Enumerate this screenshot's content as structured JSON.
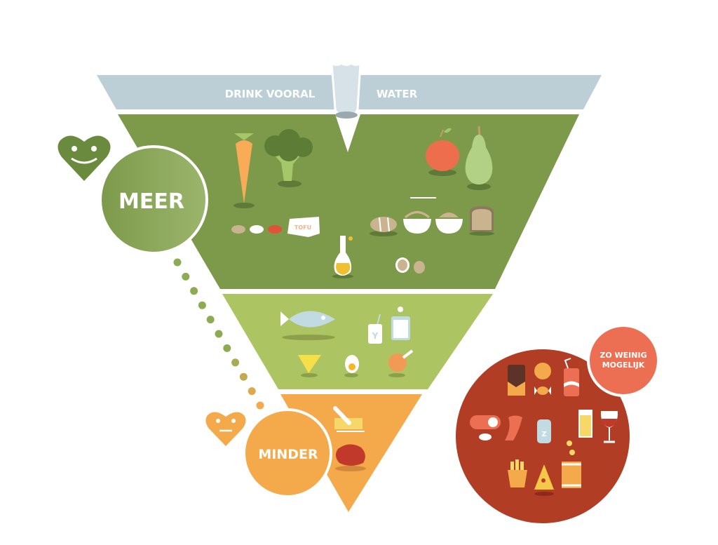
{
  "title": "Schijf van Vijf voedselpiramide",
  "water_band": {
    "left_text": "DRINK VOORAL",
    "right_text": "WATER"
  },
  "levels": [
    {
      "name": "meer",
      "label": "MEER",
      "mood": "happy",
      "items": [
        "carrot",
        "broccoli",
        "apple",
        "pear",
        "beans",
        "tofu",
        "potatoes",
        "pasta",
        "rice",
        "bread",
        "oil",
        "nuts"
      ]
    },
    {
      "name": "midden",
      "items": [
        "fish",
        "yoghurt",
        "milk",
        "cheese",
        "egg",
        "chicken-leg"
      ]
    },
    {
      "name": "minder",
      "label": "MINDER",
      "mood": "neutral",
      "items": [
        "butter",
        "red-meat"
      ]
    }
  ],
  "tofu_label": "TOFU",
  "yoghurt_label": "Y",
  "salt_label": "Z",
  "extras": {
    "label_line1": "ZO WEINIG",
    "label_line2": "MOGELIJK",
    "items": [
      "chocolate",
      "cookie",
      "soda-can",
      "candy",
      "sausage",
      "bacon",
      "salt-shaker",
      "beer",
      "wine",
      "fries",
      "pizza",
      "chips"
    ]
  },
  "colors": {
    "water": "#bccfd6",
    "meer": "#7d9a4b",
    "meer_circle": "#8eab5c",
    "midden": "#adc462",
    "minder": "#f4aa4a",
    "extras": "#b13d25",
    "extras_badge": "#ec6f53"
  }
}
